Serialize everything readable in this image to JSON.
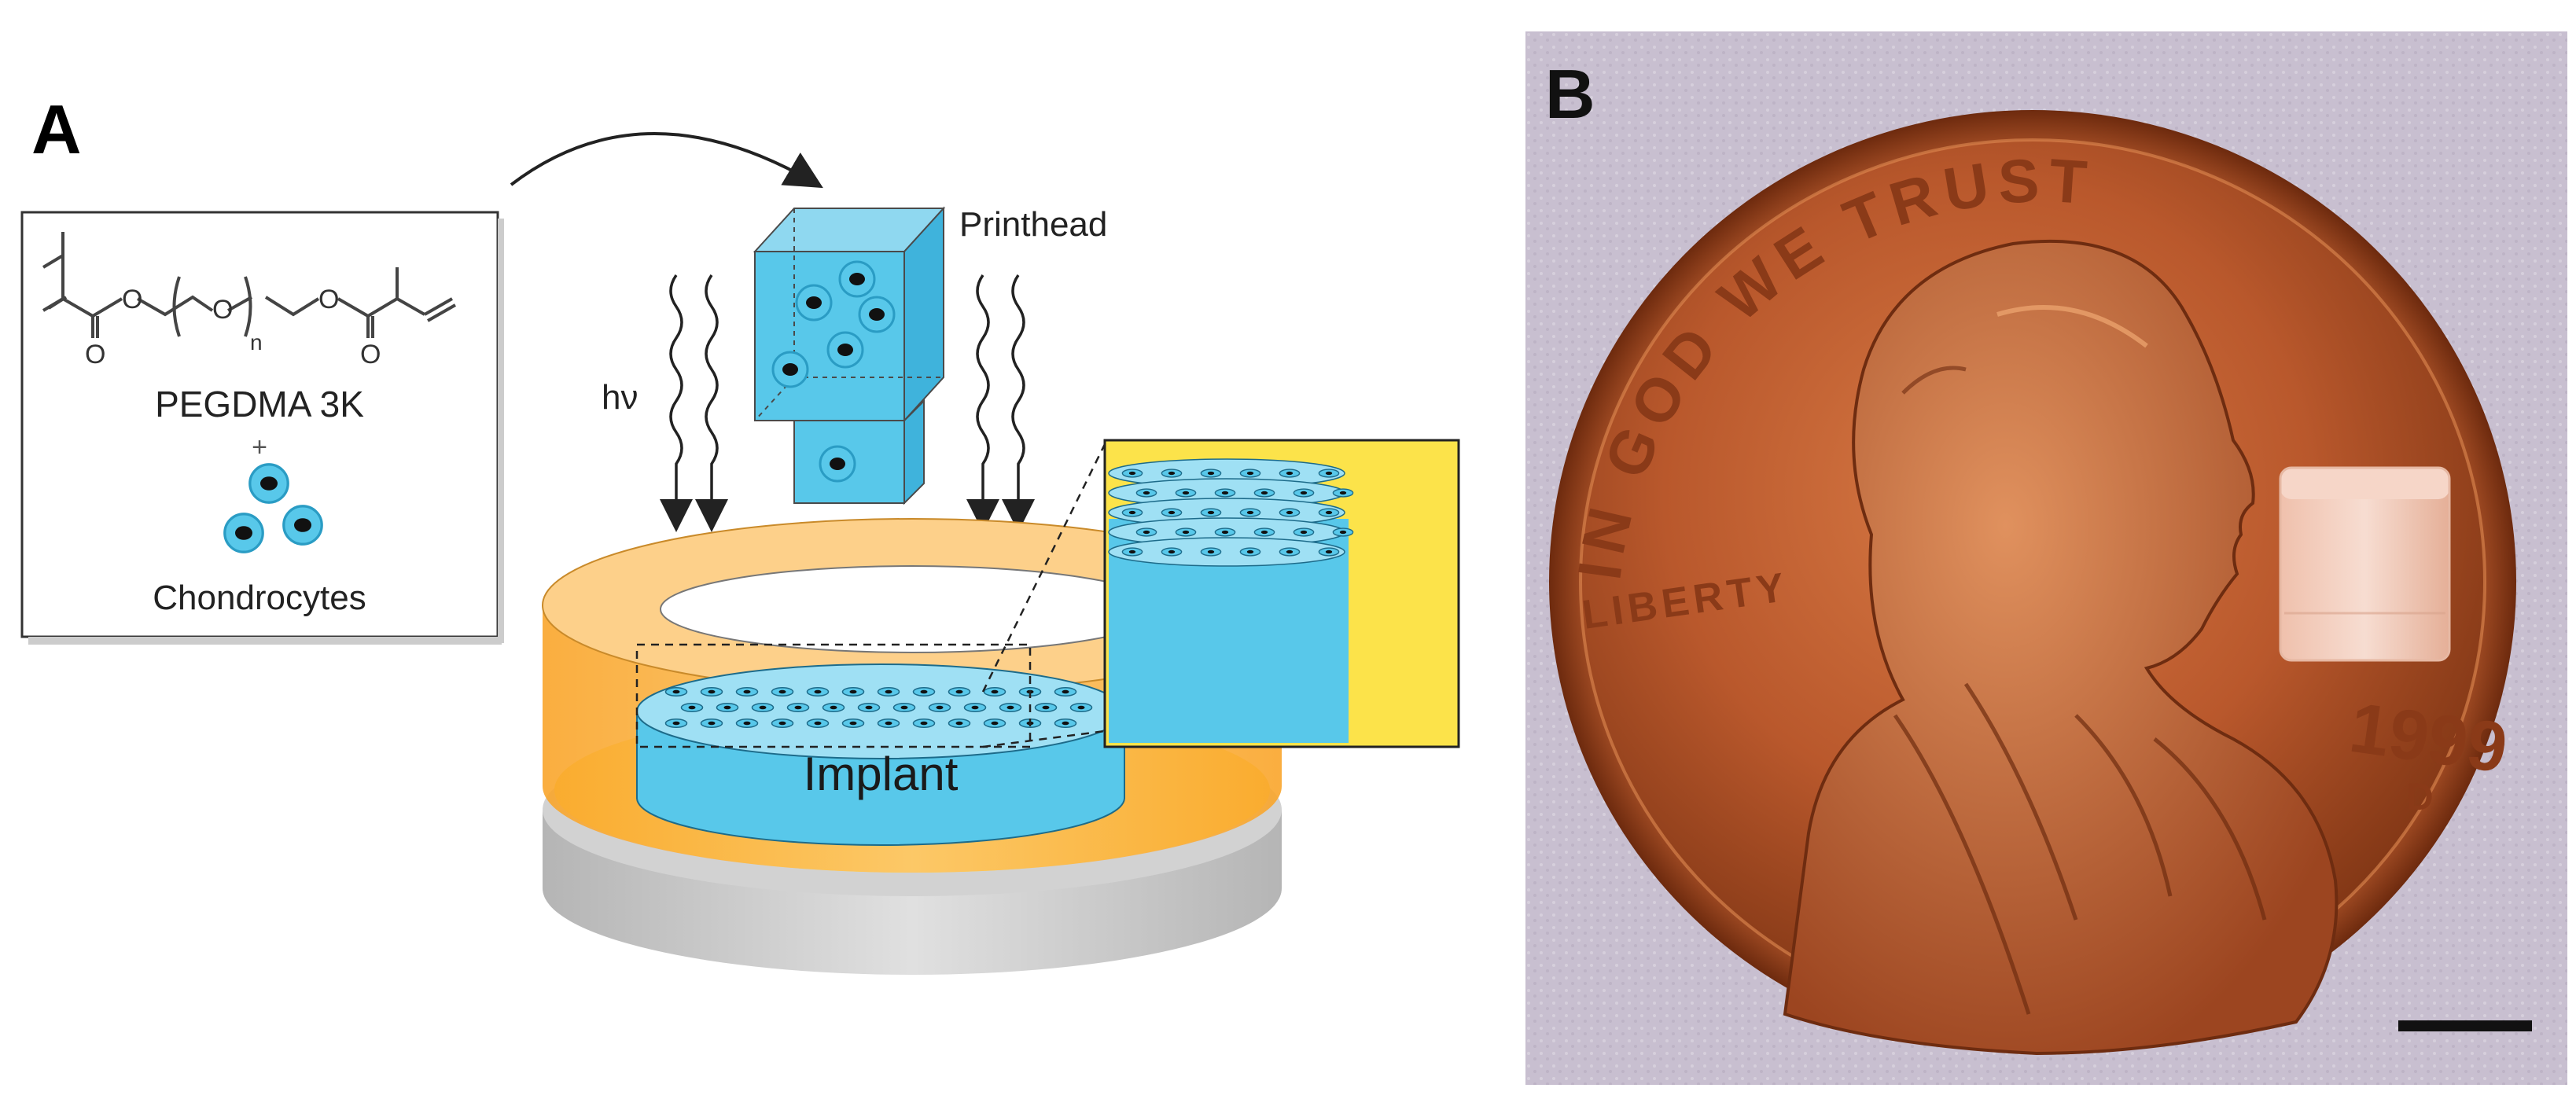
{
  "panel_a": {
    "label": "A",
    "molecule_name": "PEGDMA 3K",
    "plus": "+",
    "cells_label": "Chondrocytes",
    "printhead_label": "Printhead",
    "light_label": "hν",
    "implant_label": "Implant",
    "formula": {
      "o_left": "O",
      "o_mid": "O",
      "subscript": "n",
      "o_right": "O",
      "o_bottom_left": "O",
      "o_bottom_right": "O"
    }
  },
  "panel_b": {
    "label": "B",
    "coin_motto": "IN GOD WE TRUST",
    "coin_liberty": "LIBERTY",
    "coin_year": "1999",
    "coin_mint": "D"
  },
  "colors": {
    "cyan": "#58c8ea",
    "orange": "#fbb040",
    "yellow": "#fce34a",
    "gray": "#c8c8c8",
    "copper": "#b8562a"
  }
}
